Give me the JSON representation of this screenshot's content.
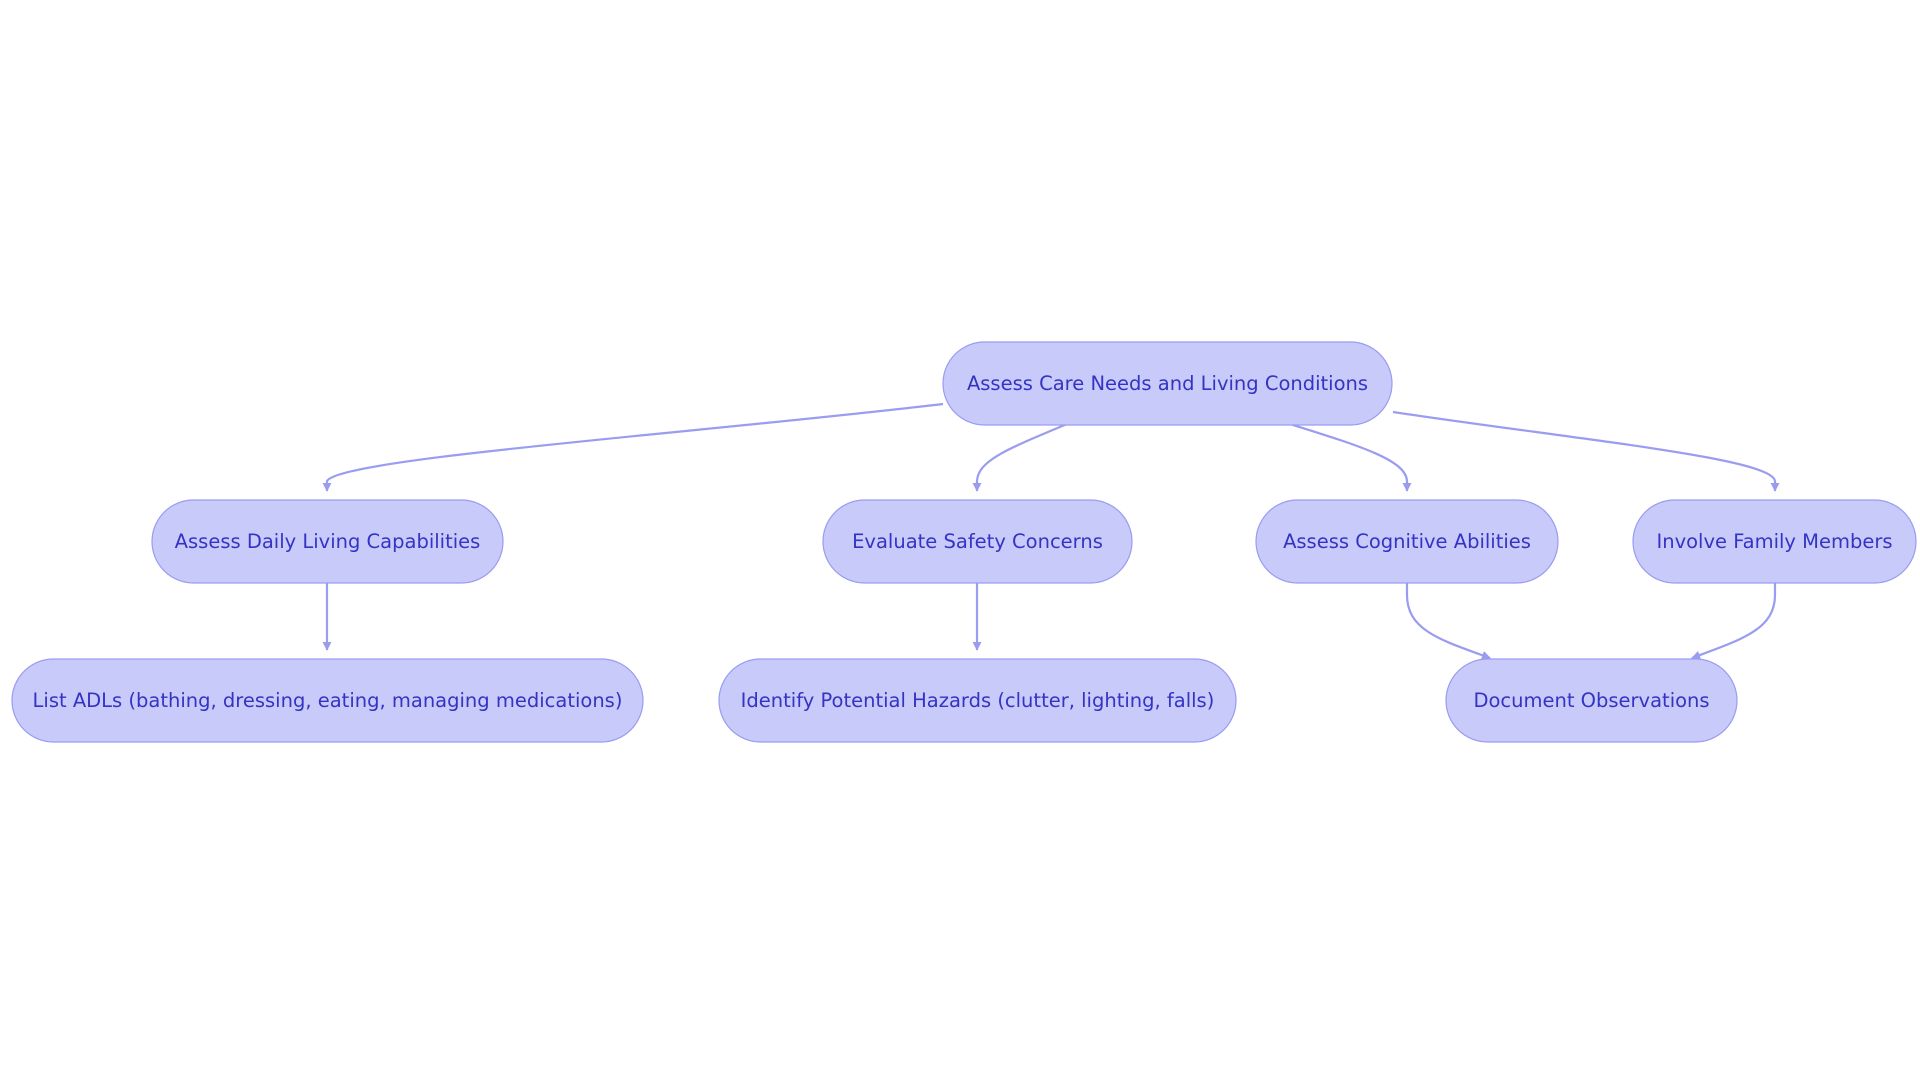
{
  "colors": {
    "node_fill": "#c8caf9",
    "node_stroke": "#9a9cf0",
    "edge": "#9a9cf0",
    "text": "#3434c4",
    "background": "#ffffff"
  },
  "nodes": {
    "root": {
      "label": "Assess Care Needs and Living Conditions"
    },
    "daily": {
      "label": "Assess Daily Living Capabilities"
    },
    "safety": {
      "label": "Evaluate Safety Concerns"
    },
    "cognitive": {
      "label": "Assess Cognitive Abilities"
    },
    "family": {
      "label": "Involve Family Members"
    },
    "adls": {
      "label": "List ADLs (bathing, dressing, eating, managing medications)"
    },
    "hazards": {
      "label": "Identify Potential Hazards (clutter, lighting, falls)"
    },
    "document": {
      "label": "Document Observations"
    }
  },
  "edges": [
    {
      "from": "root",
      "to": "daily"
    },
    {
      "from": "root",
      "to": "safety"
    },
    {
      "from": "root",
      "to": "cognitive"
    },
    {
      "from": "root",
      "to": "family"
    },
    {
      "from": "daily",
      "to": "adls"
    },
    {
      "from": "safety",
      "to": "hazards"
    },
    {
      "from": "cognitive",
      "to": "document"
    },
    {
      "from": "family",
      "to": "document"
    }
  ]
}
